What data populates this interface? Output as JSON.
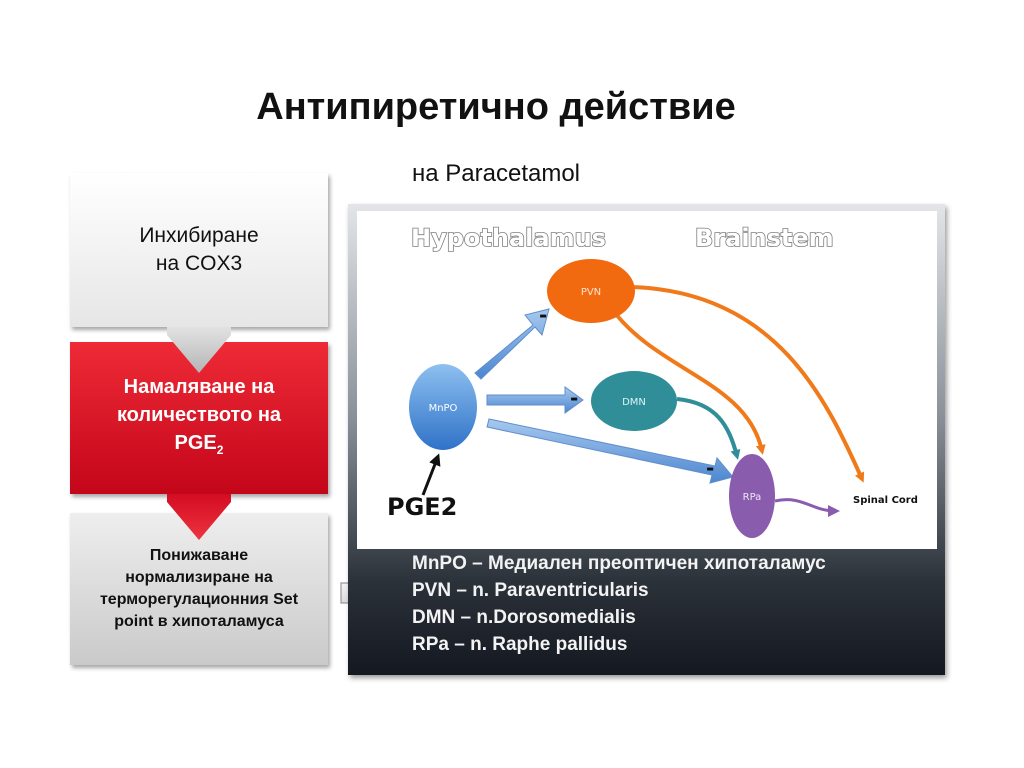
{
  "title": "Антипиретично действие",
  "subtitle": "на Paracetamol",
  "steps": {
    "step1": {
      "line1": "Инхибиране",
      "line2": "на COX3"
    },
    "step2": {
      "line1": "Намаляване на",
      "line2": "количеството на",
      "line3": "PGE",
      "sub": "2"
    },
    "step3": {
      "line1": "Понижаване",
      "line2": "нормализиране на",
      "line3": "терморегулационния Set",
      "line4": "point  в хипоталамуса"
    }
  },
  "diagram": {
    "hypothalamus_label": "Hypothalamus",
    "brainstem_label": "Brainstem",
    "nodes": {
      "mnpo": "MnPO",
      "pvn": "PVN",
      "dmn": "DMN",
      "rpa": "RPa"
    },
    "inhibit_sign": "-",
    "pge2_label": "PGE2",
    "spinal_cord_label": "Spinal Cord",
    "colors": {
      "mnpo": "#3f86d6",
      "pvn": "#f26a10",
      "dmn": "#2f8e98",
      "rpa": "#8a5cae",
      "blue_arrow": "#6a9fdc",
      "orange_arrow": "#f07a1a",
      "teal_arrow": "#2f8e98",
      "purple_arrow": "#8a5cae"
    }
  },
  "legend": [
    "MnPO – Медиален преоптичен  хипоталамус",
    "PVN – n. Paraventricularis",
    "DMN – n.Dorosomedialis",
    "RPa – n. Raphe pallidus"
  ]
}
